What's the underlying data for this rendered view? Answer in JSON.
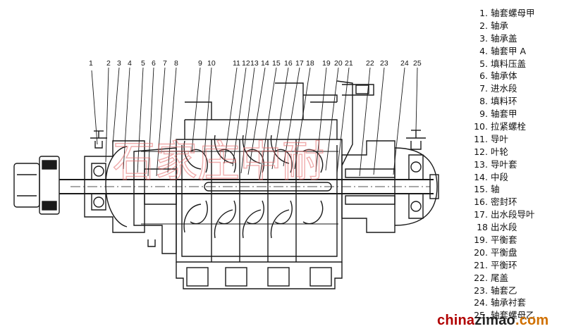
{
  "legend": [
    {
      "num": "1.",
      "text": "轴套螺母甲"
    },
    {
      "num": "2.",
      "text": "轴承"
    },
    {
      "num": "3.",
      "text": "轴承盖"
    },
    {
      "num": "4.",
      "text": "轴套甲 A"
    },
    {
      "num": "5.",
      "text": "填料压盖"
    },
    {
      "num": "6.",
      "text": "轴承体"
    },
    {
      "num": "7.",
      "text": "进水段"
    },
    {
      "num": "8.",
      "text": "填料环"
    },
    {
      "num": "9.",
      "text": "轴套甲"
    },
    {
      "num": "10.",
      "text": "拉紧螺栓"
    },
    {
      "num": "11.",
      "text": "导叶"
    },
    {
      "num": "12.",
      "text": "叶轮"
    },
    {
      "num": "13.",
      "text": "导叶套"
    },
    {
      "num": "14.",
      "text": "中段"
    },
    {
      "num": "15.",
      "text": "轴"
    },
    {
      "num": "16.",
      "text": "密封环"
    },
    {
      "num": "17.",
      "text": "出水段导叶"
    },
    {
      "num": "18",
      "text": "出水段"
    },
    {
      "num": "19.",
      "text": "平衡套"
    },
    {
      "num": "20.",
      "text": "平衡盘"
    },
    {
      "num": "21.",
      "text": "平衡环"
    },
    {
      "num": "22.",
      "text": "尾盖"
    },
    {
      "num": "23.",
      "text": "轴套乙"
    },
    {
      "num": "24.",
      "text": "轴承衬套"
    },
    {
      "num": "25.",
      "text": "轴套螺母乙"
    }
  ],
  "callouts": [
    "1",
    "2",
    "3",
    "4",
    "5",
    "6",
    "7",
    "8",
    "9",
    "10",
    "11",
    "12",
    "13",
    "14",
    "15",
    "16",
    "17",
    "18",
    "19",
    "20",
    "21",
    "22",
    "23",
    "24",
    "25"
  ],
  "watermark": {
    "text": "石家庄中耐"
  },
  "brand": {
    "part1": "china",
    "part2": "zimao",
    "part3": ".com"
  },
  "colors": {
    "line": "#1a1a1a",
    "watermark": "#e46a6a",
    "brand_red": "#b00000",
    "brand_orange": "#d07000"
  }
}
